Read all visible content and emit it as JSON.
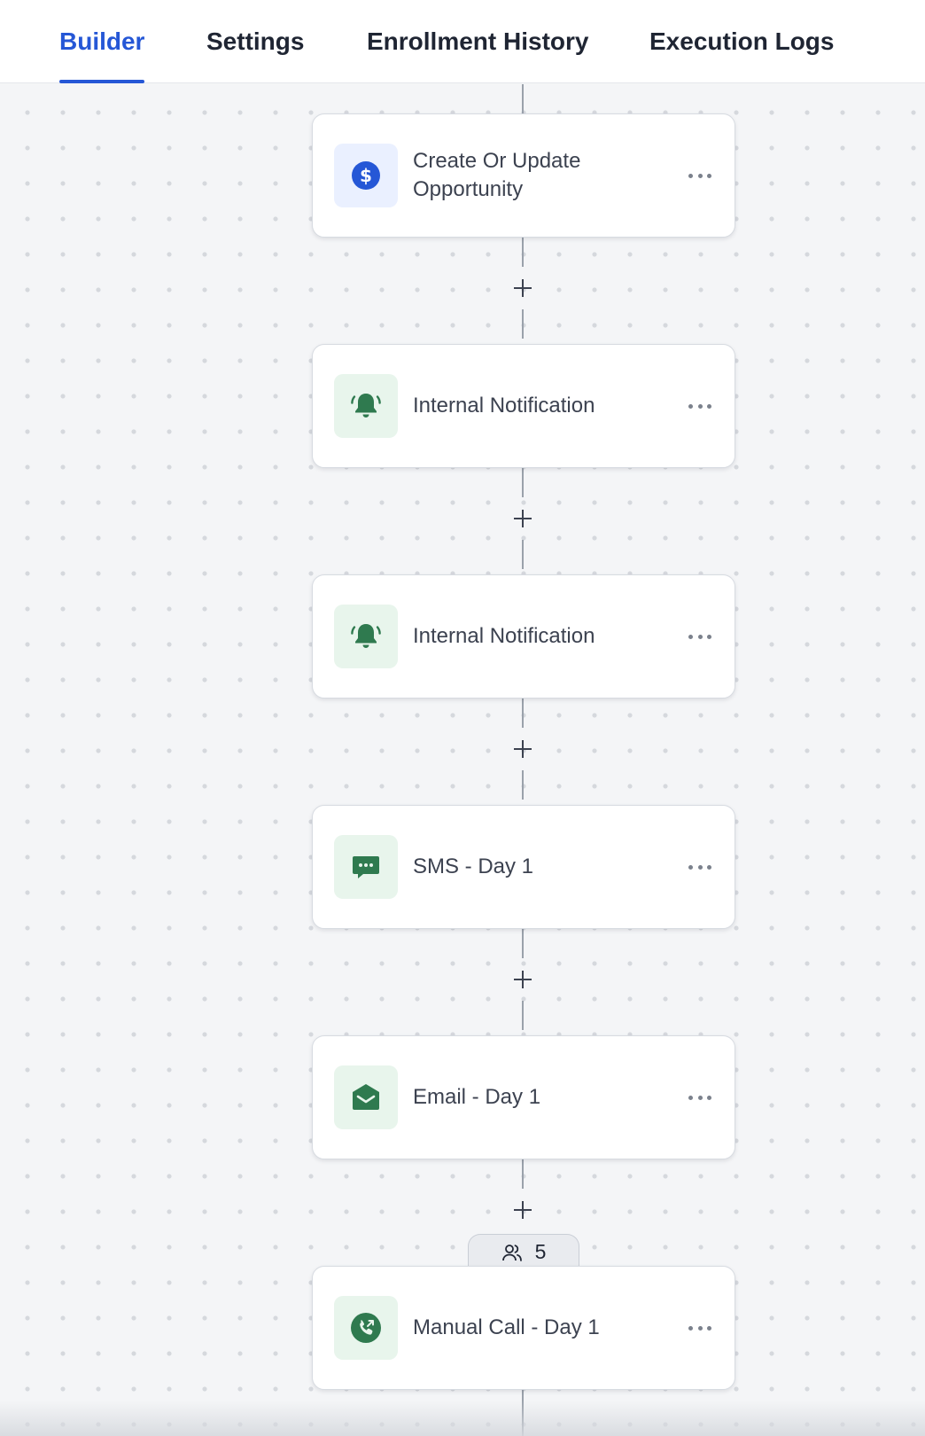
{
  "tabs": [
    {
      "label": "Builder",
      "active": true
    },
    {
      "label": "Settings",
      "active": false
    },
    {
      "label": "Enrollment History",
      "active": false
    },
    {
      "label": "Execution Logs",
      "active": false
    }
  ],
  "steps": [
    {
      "label": "Create Or Update Opportunity",
      "icon": "dollar-icon",
      "icon_color": "#2557d6"
    },
    {
      "label": "Internal Notification",
      "icon": "bell-icon",
      "icon_color": "#2f7a4f"
    },
    {
      "label": "Internal Notification",
      "icon": "bell-icon",
      "icon_color": "#2f7a4f"
    },
    {
      "label": "SMS - Day 1",
      "icon": "sms-icon",
      "icon_color": "#2f7a4f"
    },
    {
      "label": "Email - Day 1",
      "icon": "email-icon",
      "icon_color": "#2f7a4f"
    },
    {
      "label": "Manual Call - Day 1",
      "icon": "call-icon",
      "icon_color": "#2f7a4f"
    }
  ],
  "enrollment_badge": {
    "count": "5",
    "icon": "users-icon"
  },
  "colors": {
    "accent": "#2557d6",
    "action_green": "#2f7a4f"
  }
}
